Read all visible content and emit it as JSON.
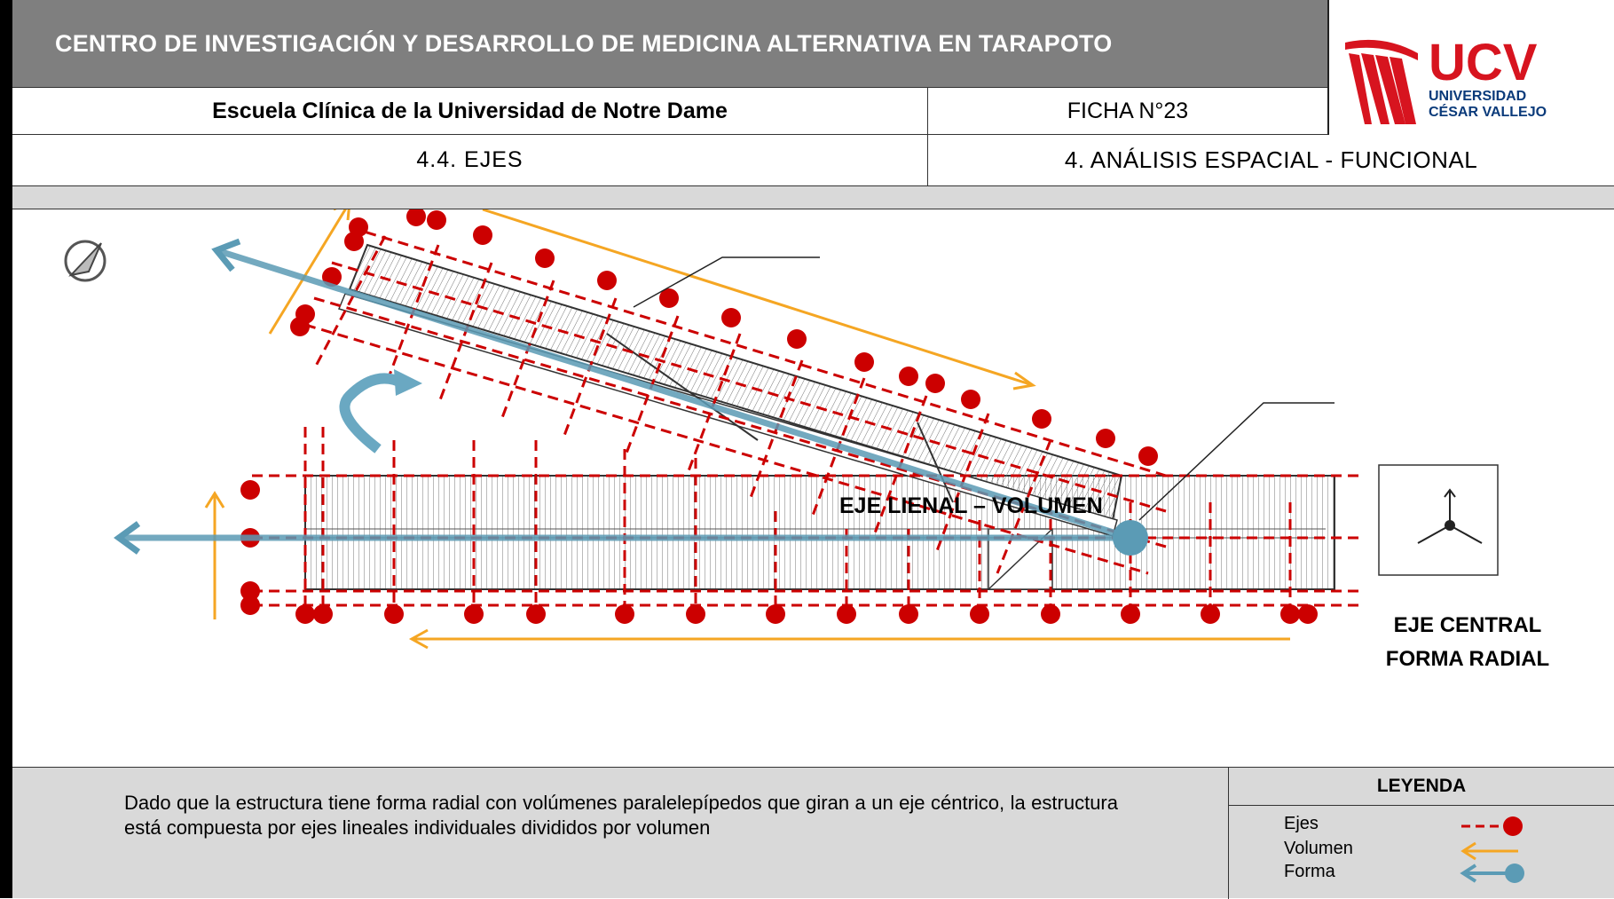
{
  "header": {
    "title": "CENTRO DE INVESTIGACIÓN Y DESARROLLO DE MEDICINA ALTERNATIVA EN TARAPOTO",
    "school": "Escuela Clínica de la Universidad de Notre Dame",
    "sheet": "FICHA N°23",
    "section": "4.4. EJES",
    "chapter": "4. ANÁLISIS ESPACIAL - FUNCIONAL"
  },
  "logo": {
    "acronym": "UCV",
    "line1": "UNIVERSIDAD",
    "line2": "CÉSAR VALLEJO",
    "color": "#d7141f"
  },
  "drawing": {
    "label_lineal": "EJE LIENAL – VOLUMEN",
    "label_central_1": "EJE CENTRAL",
    "label_central_2": "FORMA RADIAL"
  },
  "description": "Dado que la estructura tiene forma radial con volúmenes paralelepípedos que giran a un eje céntrico, la estructura está compuesta por ejes lineales individuales divididos por volumen",
  "legend": {
    "title": "LEYENDA",
    "items": [
      {
        "label": "Ejes",
        "color": "#cc0000"
      },
      {
        "label": "Volumen",
        "color": "#f5a623"
      },
      {
        "label": "Forma",
        "color": "#5b9bb5"
      }
    ]
  }
}
